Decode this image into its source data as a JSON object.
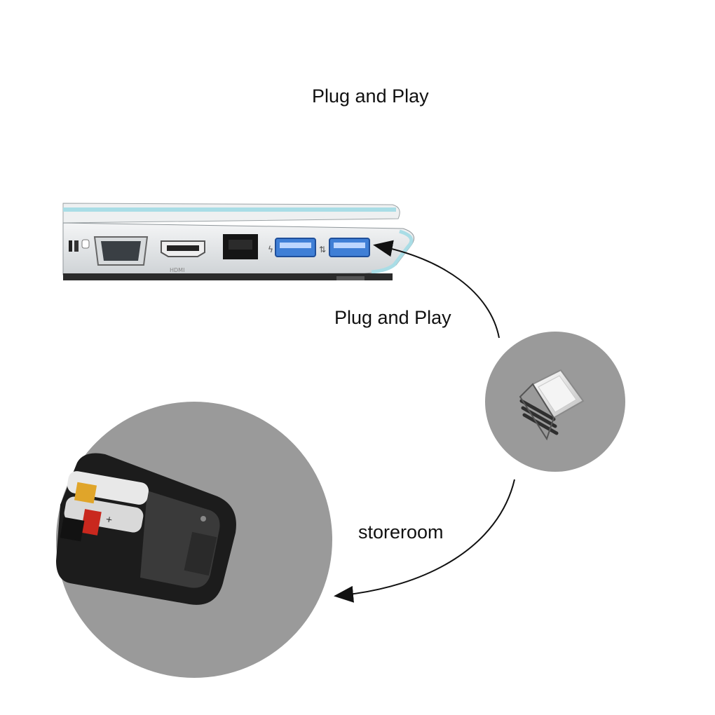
{
  "texts": {
    "title": "Plug and Play",
    "plug_label": "Plug and Play",
    "storeroom_label": "storeroom"
  },
  "colors": {
    "background": "#ffffff",
    "circle_gray": "#9a9a9a",
    "laptop_accent": "#a9dde6",
    "usb_port_blue": "#3f7fd6",
    "arrow": "#111111"
  },
  "icons": [
    "laptop-ports-image",
    "usb-receiver-image",
    "remote-battery-compartment-image",
    "curved-arrow-icon"
  ]
}
